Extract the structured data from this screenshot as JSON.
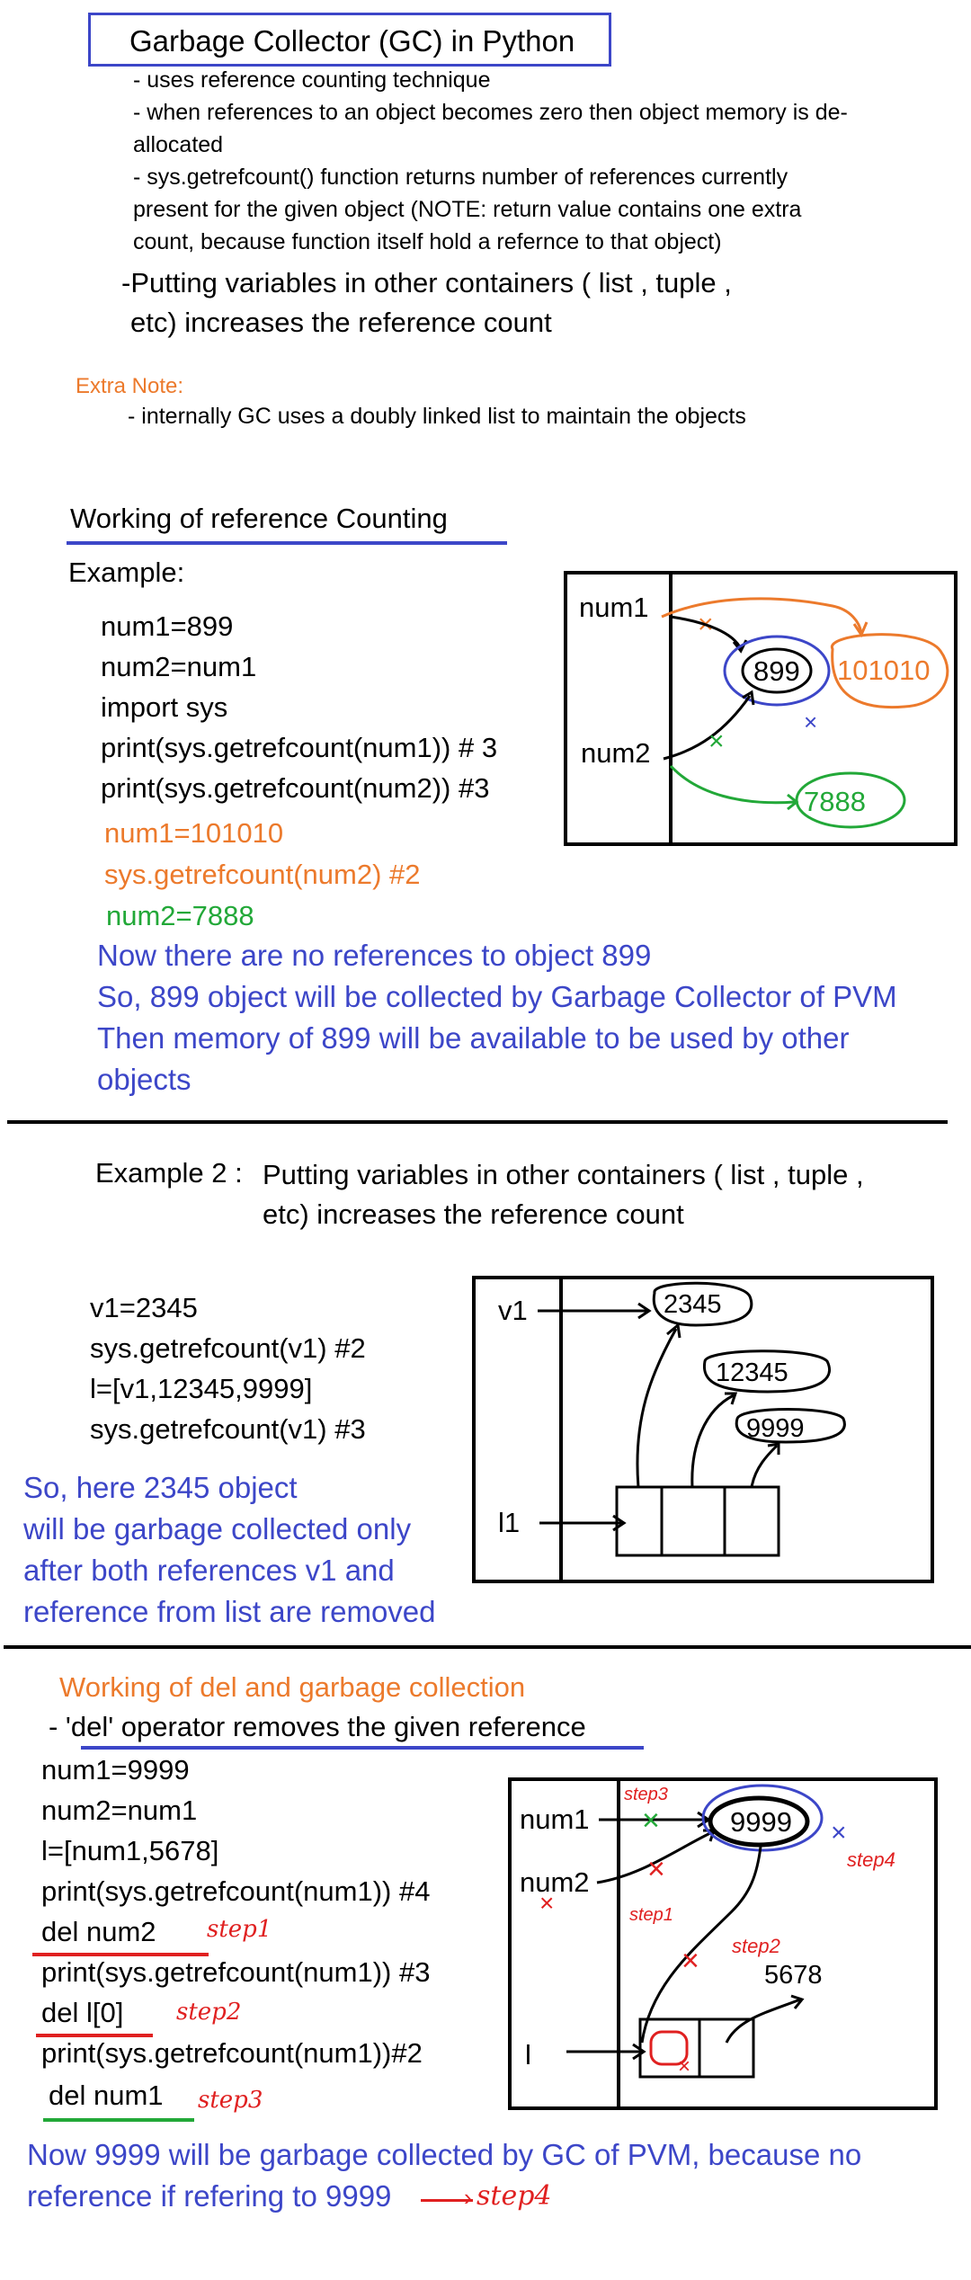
{
  "header": {
    "title": "Garbage Collector (GC) in Python",
    "bullets": [
      "- uses reference counting technique",
      "- when references to an object becomes zero then object memory is de-",
      "allocated",
      "- sys.getrefcount() function returns number of references currently",
      "present for the given object (NOTE: return value contains one extra",
      "count, because function itself hold a refernce to that object)"
    ],
    "containers_note": [
      "-Putting variables in other containers ( list , tuple ,",
      "etc) increases the reference count"
    ],
    "extra_note_label": "Extra Note:",
    "extra_note_text": "- internally GC uses a doubly linked list to maintain the objects"
  },
  "section1": {
    "heading": "Working of reference Counting",
    "example_label": "Example:",
    "code_black": [
      "num1=899",
      "num2=num1",
      "import sys",
      "print(sys.getrefcount(num1)) # 3",
      "print(sys.getrefcount(num2)) #3"
    ],
    "code_orange": [
      "num1=101010",
      "sys.getrefcount(num2) #2"
    ],
    "code_green": "num2=7888",
    "explanation": [
      "Now there are no references to object 899",
      "So, 899 object will be collected by Garbage Collector of PVM",
      "Then memory of 899 will be available to be used by other",
      "objects"
    ],
    "diagram": {
      "var1": "num1",
      "var2": "num2",
      "obj_a": "899",
      "obj_b": "101010",
      "obj_c": "7888"
    }
  },
  "section2": {
    "label": "Example 2 :",
    "title": [
      "Putting variables in other containers ( list , tuple ,",
      "etc) increases the reference count"
    ],
    "code": [
      "v1=2345",
      "sys.getrefcount(v1) #2",
      "l=[v1,12345,9999]",
      "sys.getrefcount(v1) #3"
    ],
    "explanation": [
      "So, here 2345 object",
      "will be garbage collected only",
      "after both references v1 and",
      "reference from list are removed"
    ],
    "diagram": {
      "var1": "v1",
      "var2": "l1",
      "obj_a": "2345",
      "obj_b": "12345",
      "obj_c": "9999"
    }
  },
  "section3": {
    "title": "Working of del and garbage collection",
    "subtitle": "- 'del' operator removes the given reference",
    "code": [
      "num1=9999",
      "num2=num1",
      "l=[num1,5678]",
      "print(sys.getrefcount(num1)) #4",
      "del num2",
      "print(sys.getrefcount(num1)) #3",
      "del l[0]",
      "print(sys.getrefcount(num1))#2",
      "del num1"
    ],
    "step_labels": [
      "step1",
      "step2",
      "step3"
    ],
    "explanation": [
      "Now 9999 will be garbage collected by GC of PVM, because no",
      "reference if refering to 9999"
    ],
    "final_step": "step4",
    "diagram": {
      "var1": "num1",
      "var2": "num2",
      "var3": "l",
      "obj_a": "9999",
      "obj_b": "5678",
      "step1": "step1",
      "step2": "step2",
      "step3": "step3",
      "step4": "step4"
    }
  },
  "colors": {
    "blue": "#3c46c8",
    "orange": "#ec7a2c",
    "green": "#22a838",
    "red": "#e02020"
  }
}
